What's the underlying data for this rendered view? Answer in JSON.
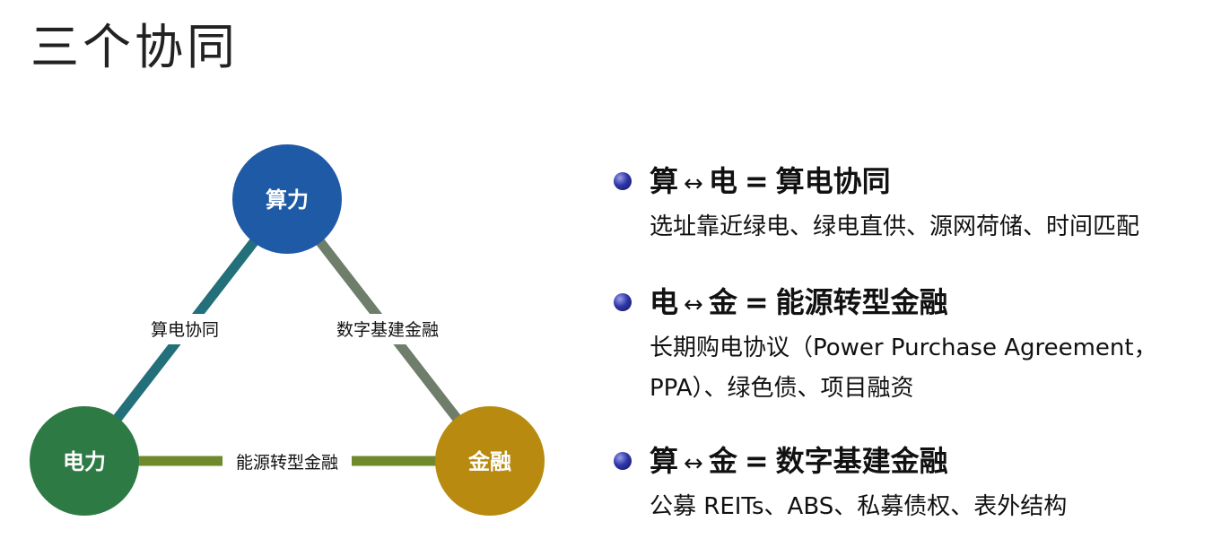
{
  "title": "三个协同",
  "diagram": {
    "nodes": {
      "compute": {
        "label": "算力",
        "color": "#1f5aa6"
      },
      "power": {
        "label": "电力",
        "color": "#2e7a45"
      },
      "finance": {
        "label": "金融",
        "color": "#b88a0f"
      }
    },
    "edges": {
      "compute_power": {
        "label": "算电协同",
        "color": "#23707a"
      },
      "compute_finance": {
        "label": "数字基建金融",
        "color": "#6e7e6a"
      },
      "power_finance": {
        "label": "能源转型金融",
        "color": "#6e8a2a"
      }
    }
  },
  "bullets": [
    {
      "left": "算",
      "arrow": "↔",
      "right": "电",
      "eq": "=",
      "result": "算电协同",
      "desc": "选址靠近绿电、绿电直供、源网荷储、时间匹配"
    },
    {
      "left": "电",
      "arrow": "↔",
      "right": "金",
      "eq": "=",
      "result": "能源转型金融",
      "desc": "长期购电协议（Power Purchase Agreement，\nPPA）、绿色债、项目融资"
    },
    {
      "left": "算",
      "arrow": "↔",
      "right": "金",
      "eq": "=",
      "result": "数字基建金融",
      "desc": "公募 REITs、ABS、私募债权、表外结构"
    }
  ]
}
